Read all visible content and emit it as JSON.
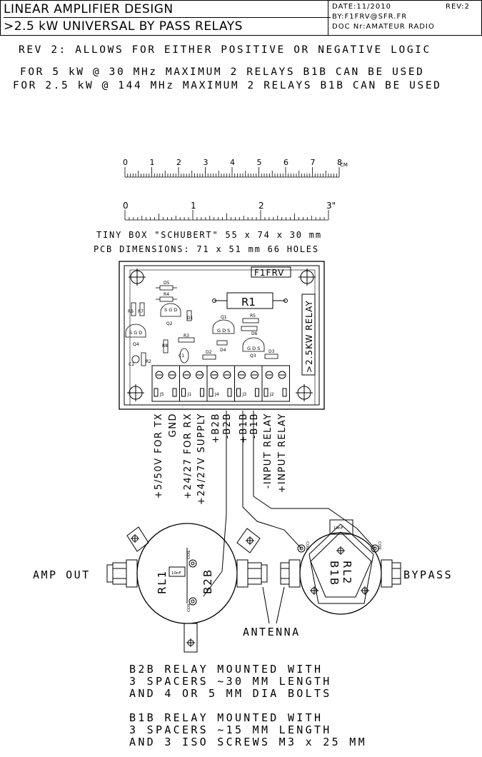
{
  "title_block": {
    "title_line1": "LINEAR AMPLIFIER DESIGN",
    "title_line2": ">2.5 kW UNIVERSAL BY PASS RELAYS",
    "date": "DATE:11/2010",
    "rev": "REV:2",
    "by": "BY:F1FRV@SFR.FR",
    "doc": "DOC Nr:AMATEUR RADIO"
  },
  "header_notes": {
    "rev_note": "REV 2: ALLOWS FOR EITHER POSITIVE OR NEGATIVE LOGIC",
    "line1": "FOR 5 kW @ 30 MHz MAXIMUM 2 RELAYS B1B CAN BE USED",
    "line2": "FOR 2.5 kW @ 144 MHz MAXIMUM 2 RELAYS B1B CAN BE USED"
  },
  "rulers": {
    "cm_labels": [
      "0",
      "1",
      "2",
      "3",
      "4",
      "5",
      "6",
      "7",
      "8"
    ],
    "cm_unit": "CM",
    "inch_labels": [
      "0",
      "1",
      "2",
      "3\""
    ]
  },
  "box_info": {
    "line1": "TINY BOX \"SCHUBERT\" 55 x 74 x 30 mm",
    "line2": "PCB DIMENSIONS: 71 x 51 mm  66 HOLES"
  },
  "pcb": {
    "brand": "F1FRV",
    "r1": "R1",
    "side_label": ">2.5KW RELAY",
    "parts": [
      "D5",
      "R4",
      "R6",
      "R7",
      "Q2",
      "D1",
      "Q4",
      "R3",
      "R8",
      "C1",
      "C2",
      "R2",
      "Q1",
      "R5",
      "D6",
      "D4",
      "Q3",
      "D2",
      "D3"
    ],
    "transistor_pins": "S G D",
    "transistor_pins_rev": "G D S",
    "connectors": [
      "J5",
      "J1",
      "J4",
      "J3",
      "J2"
    ]
  },
  "wire_labels": [
    "+5/50V FOR TX",
    "GND",
    "+24/27 FOR RX",
    "+24/27V SUPPLY",
    "+B2B",
    "-B2B",
    "+B1B",
    "-B1B",
    "-INPUT RELAY",
    "+INPUT RELAY"
  ],
  "relays": {
    "rl1_name": "RL1",
    "rl1_type": "B2B",
    "rl2_name": "RL2",
    "rl2_type": "B1B",
    "coil": "COIL",
    "cap": "10nF"
  },
  "port_labels": {
    "amp_out": "AMP OUT",
    "bypass": "BYPASS",
    "antenna": "ANTENNA"
  },
  "mount_notes": {
    "b2b_1": "B2B RELAY MOUNTED WITH",
    "b2b_2": "3 SPACERS ~30 MM LENGTH",
    "b2b_3": "AND 4 OR 5 MM DIA BOLTS",
    "b1b_1": "B1B RELAY MOUNTED WITH",
    "b1b_2": "3 SPACERS ~15 MM LENGTH",
    "b1b_3": "AND 3 ISO SCREWS M3 x 25 MM"
  }
}
